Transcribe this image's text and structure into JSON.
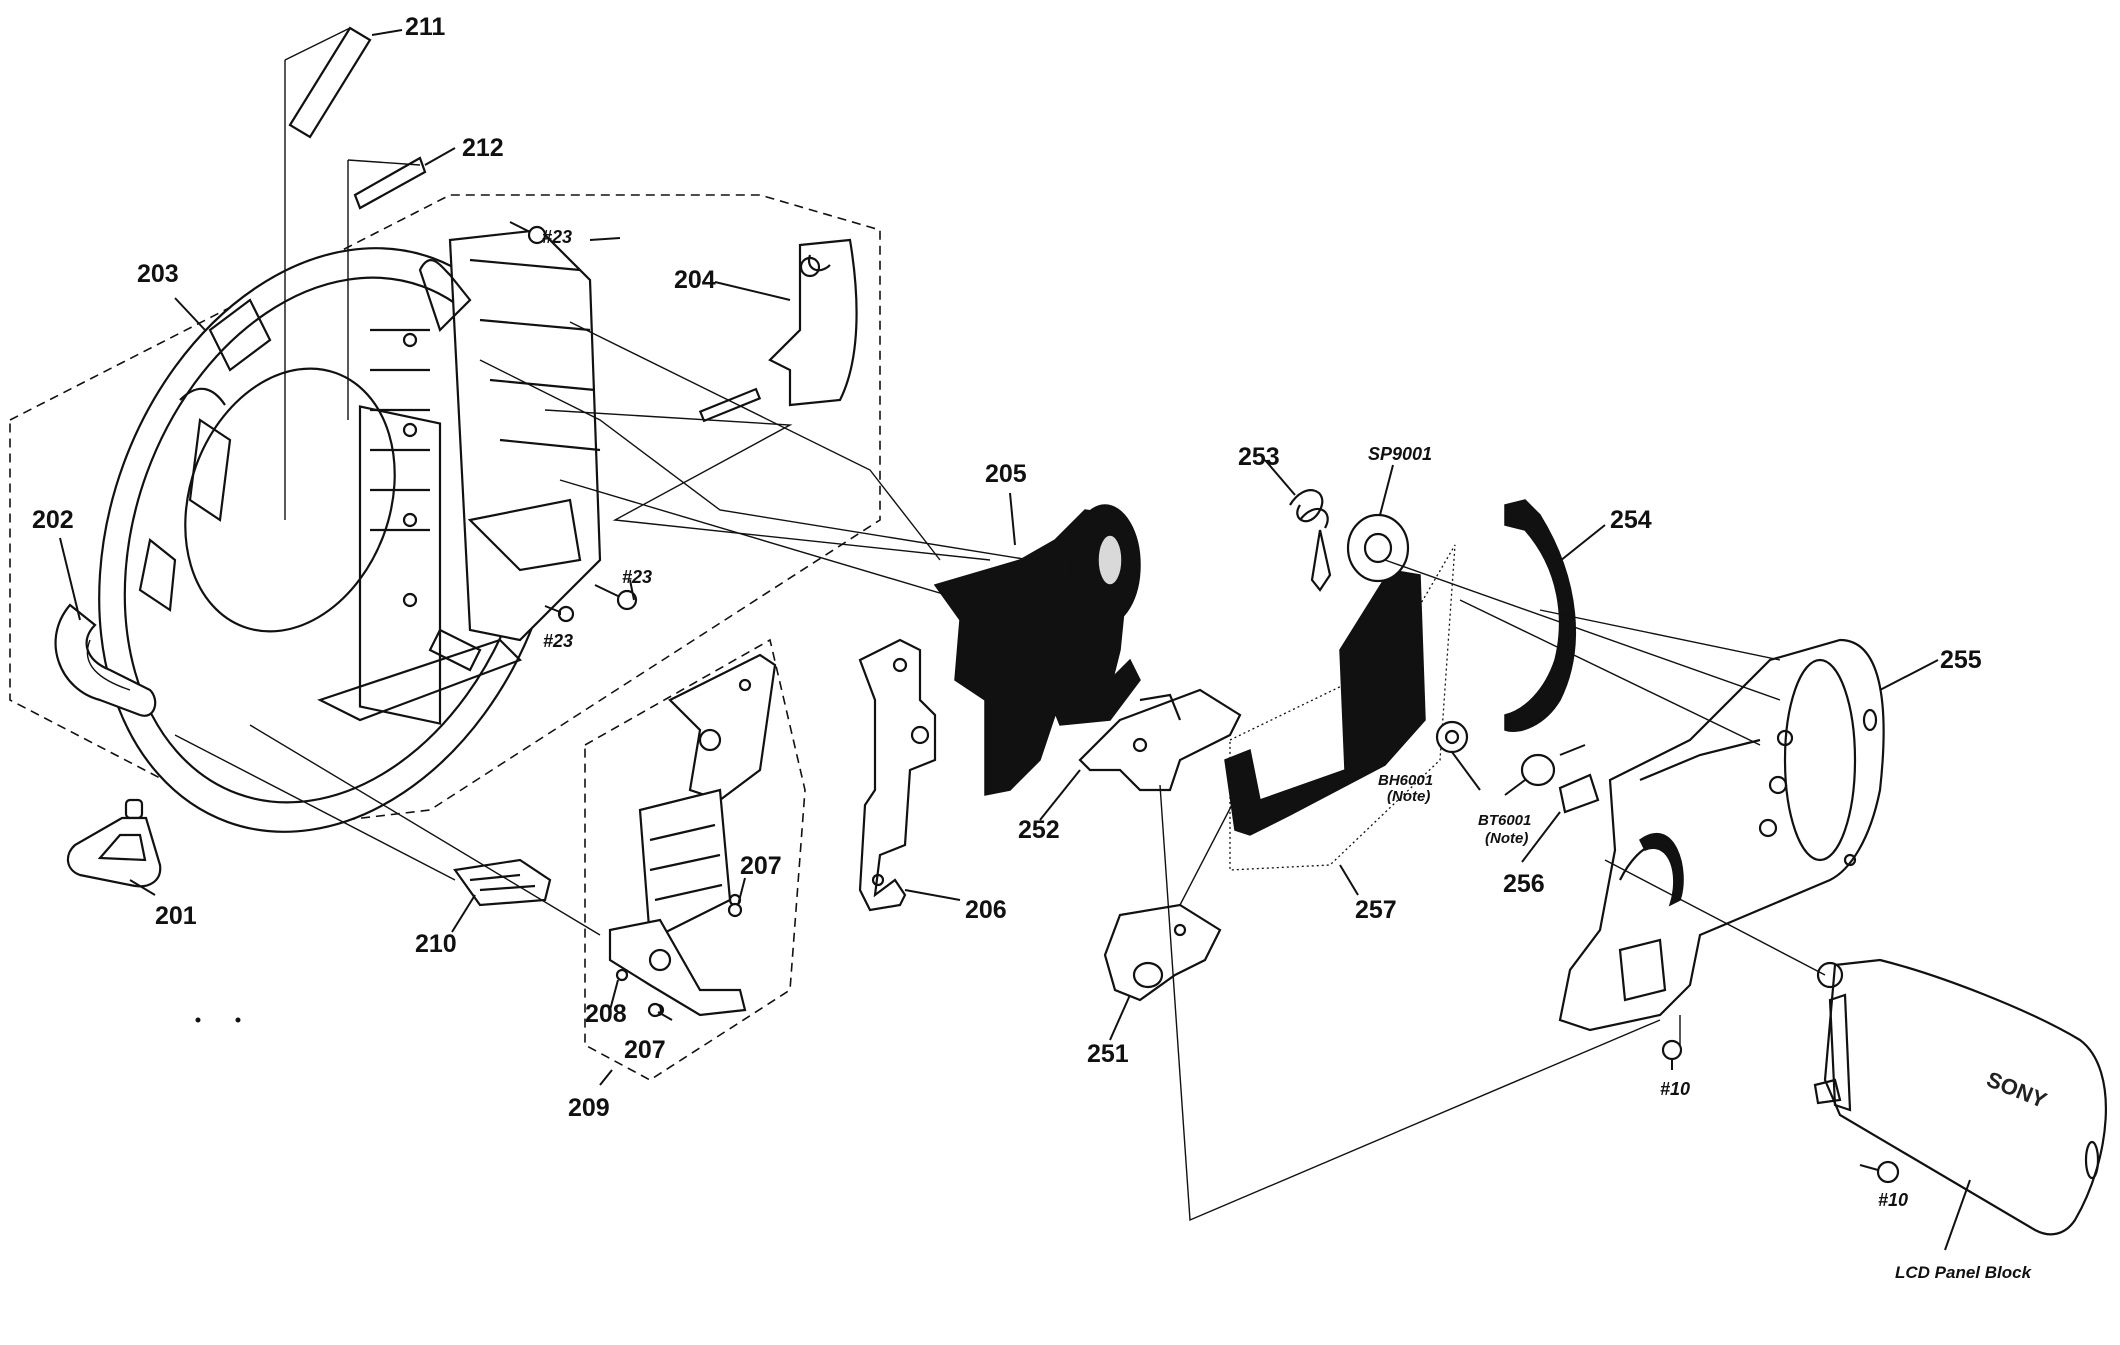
{
  "labels": {
    "p201": "201",
    "p202": "202",
    "p203": "203",
    "p204": "204",
    "p205": "205",
    "p206": "206",
    "p207a": "207",
    "p207b": "207",
    "p208": "208",
    "p209": "209",
    "p210": "210",
    "p211": "211",
    "p212": "212",
    "p251": "251",
    "p252": "252",
    "p253": "253",
    "p254": "254",
    "p255": "255",
    "p256": "256",
    "p257": "257",
    "sp9001": "SP9001",
    "bh6001": "BH6001",
    "bh6001_note": "(Note)",
    "bt6001": "BT6001",
    "bt6001_note": "(Note)",
    "screw23a": "#23",
    "screw23b": "#23",
    "screw23c": "#23",
    "screw10a": "#10",
    "screw10b": "#10",
    "lcd_block": "LCD Panel  Block",
    "brand": "SONY"
  },
  "colors": {
    "ink": "#111111",
    "paper": "#ffffff"
  }
}
